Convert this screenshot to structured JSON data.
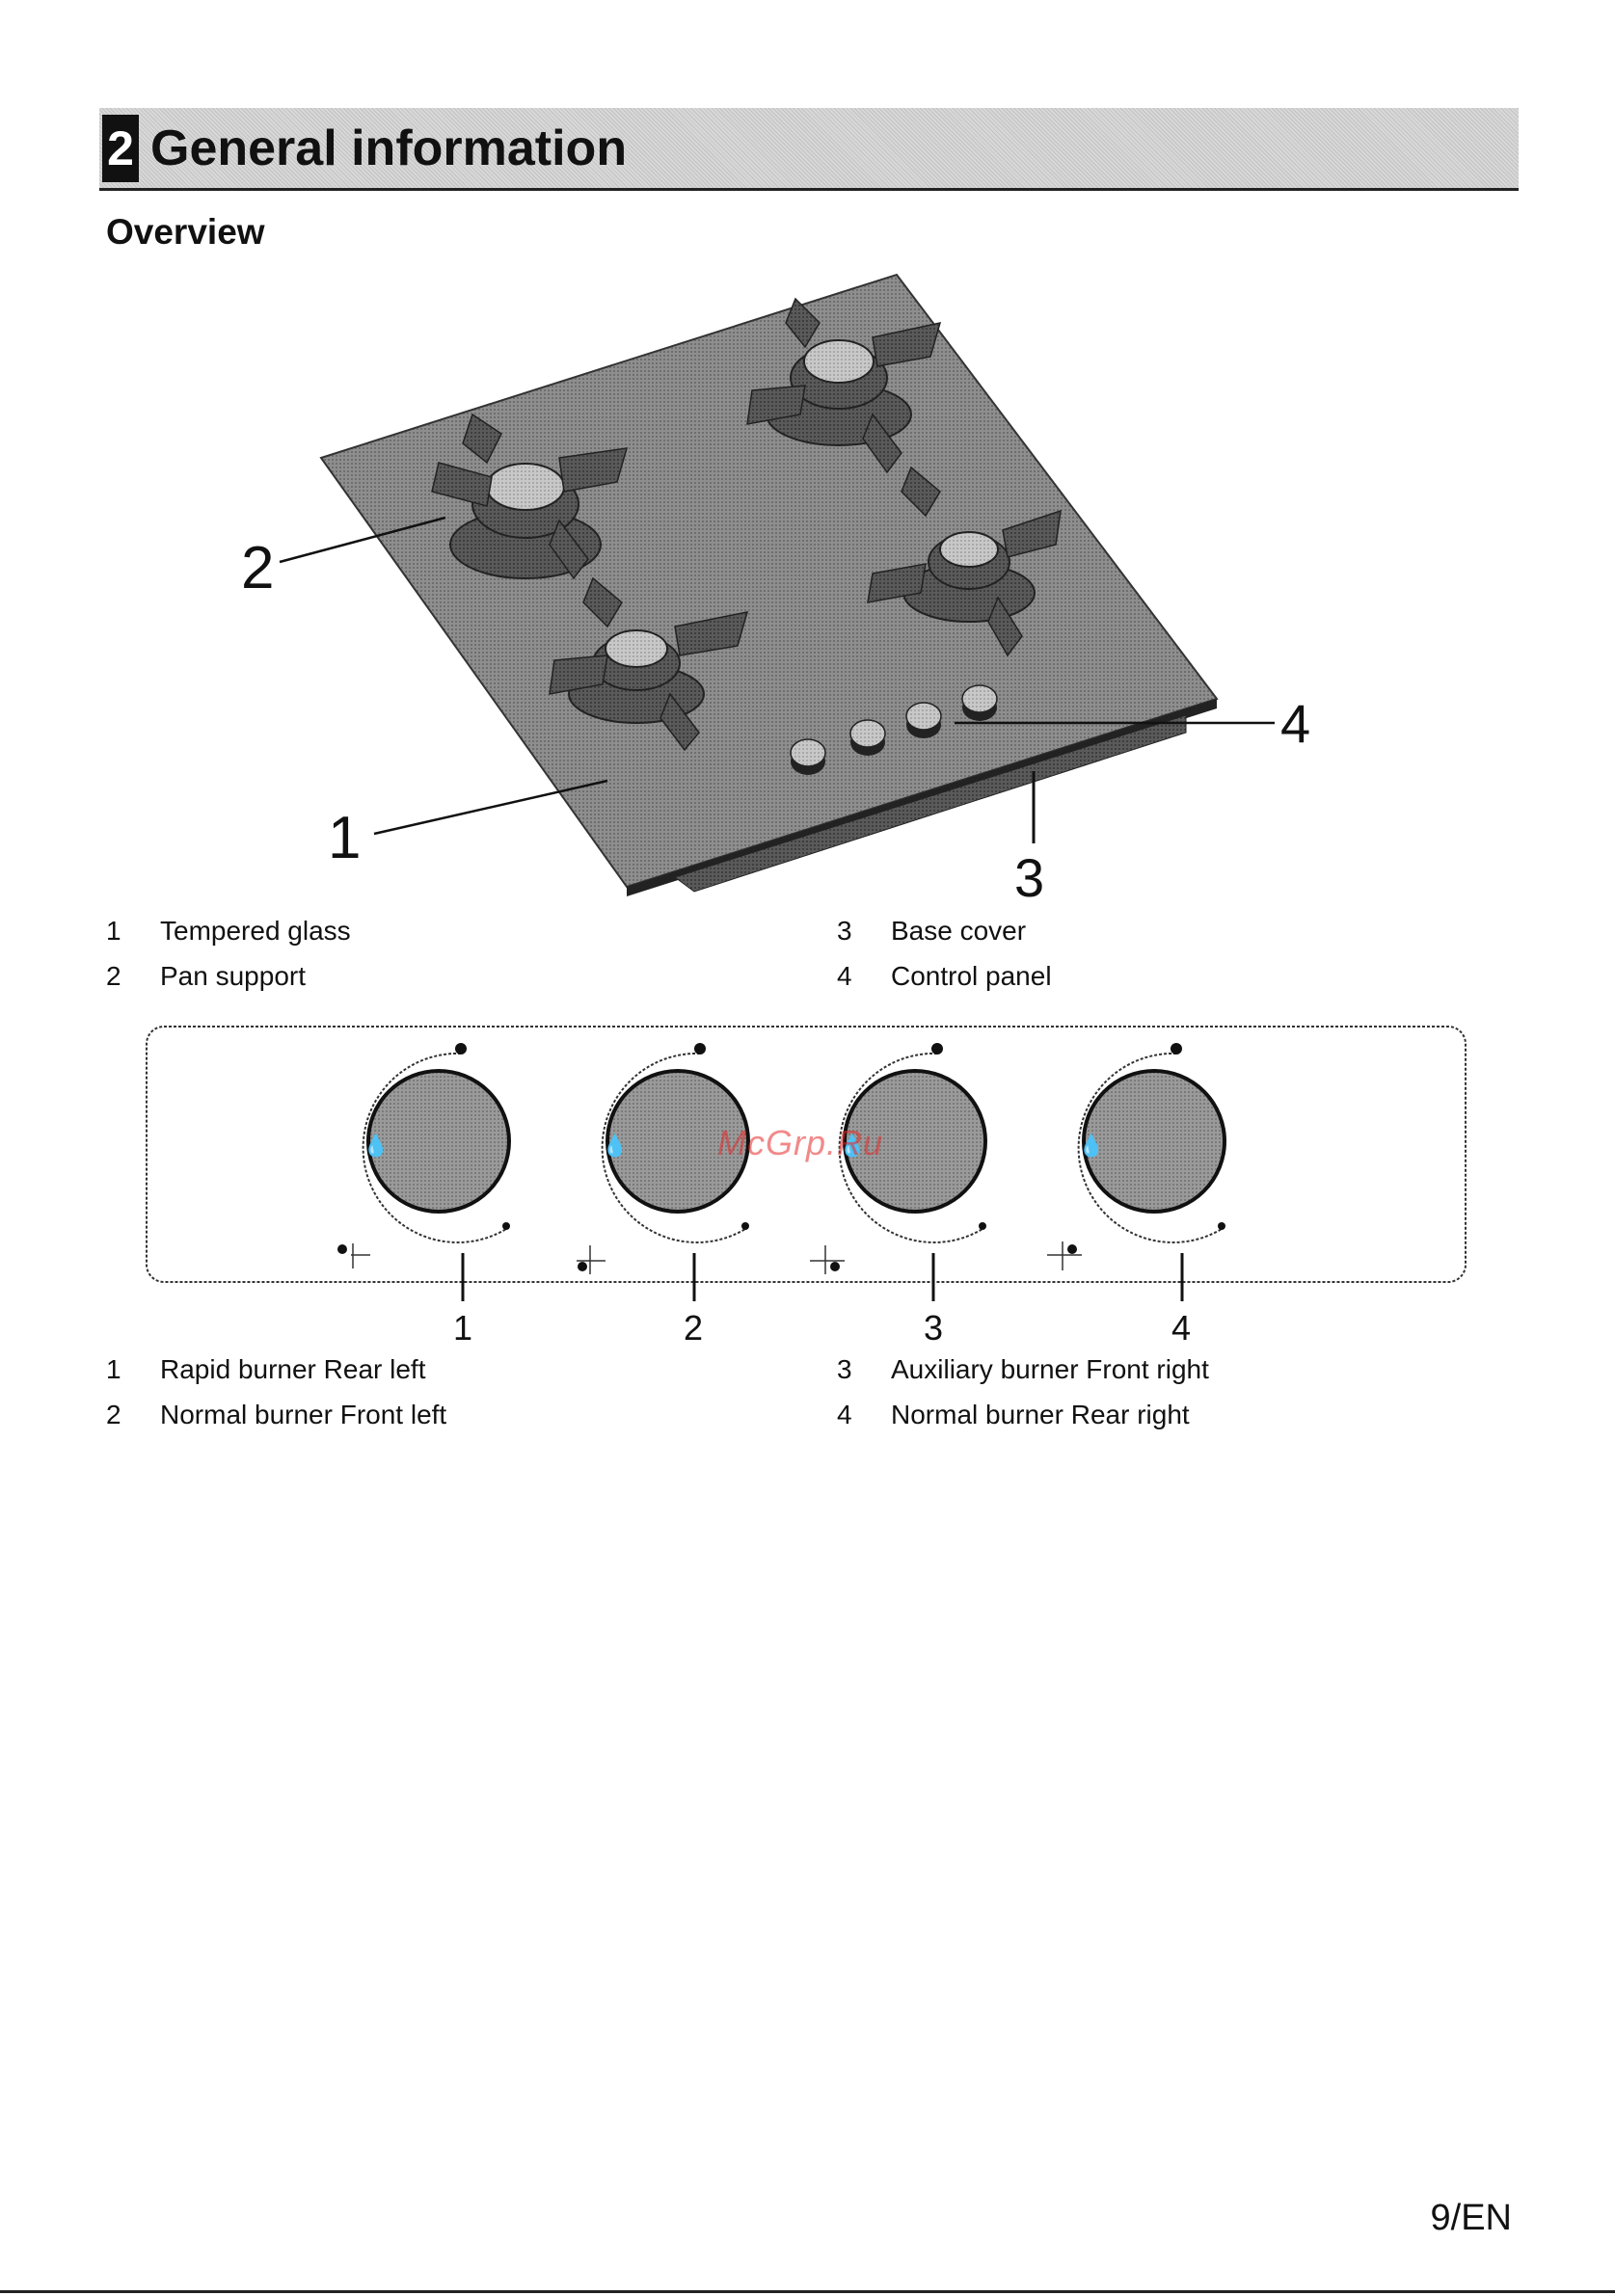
{
  "chapter": {
    "number": "2",
    "title": "General information"
  },
  "section": {
    "title": "Overview"
  },
  "hob_figure": {
    "callouts": [
      "1",
      "2",
      "3",
      "4"
    ],
    "legend": [
      {
        "num": "1",
        "text": "Tempered glass"
      },
      {
        "num": "2",
        "text": "Pan support"
      },
      {
        "num": "3",
        "text": "Base cover"
      },
      {
        "num": "4",
        "text": "Control panel"
      }
    ]
  },
  "control_figure": {
    "callouts": [
      "1",
      "2",
      "3",
      "4"
    ],
    "legend": [
      {
        "num": "1",
        "text": "Rapid burner Rear left"
      },
      {
        "num": "2",
        "text": "Normal burner Front left"
      },
      {
        "num": "3",
        "text": "Auxiliary burner Front right"
      },
      {
        "num": "4",
        "text": "Normal burner Rear right"
      }
    ]
  },
  "watermark": "McGrp.Ru",
  "page_number": "9/EN"
}
